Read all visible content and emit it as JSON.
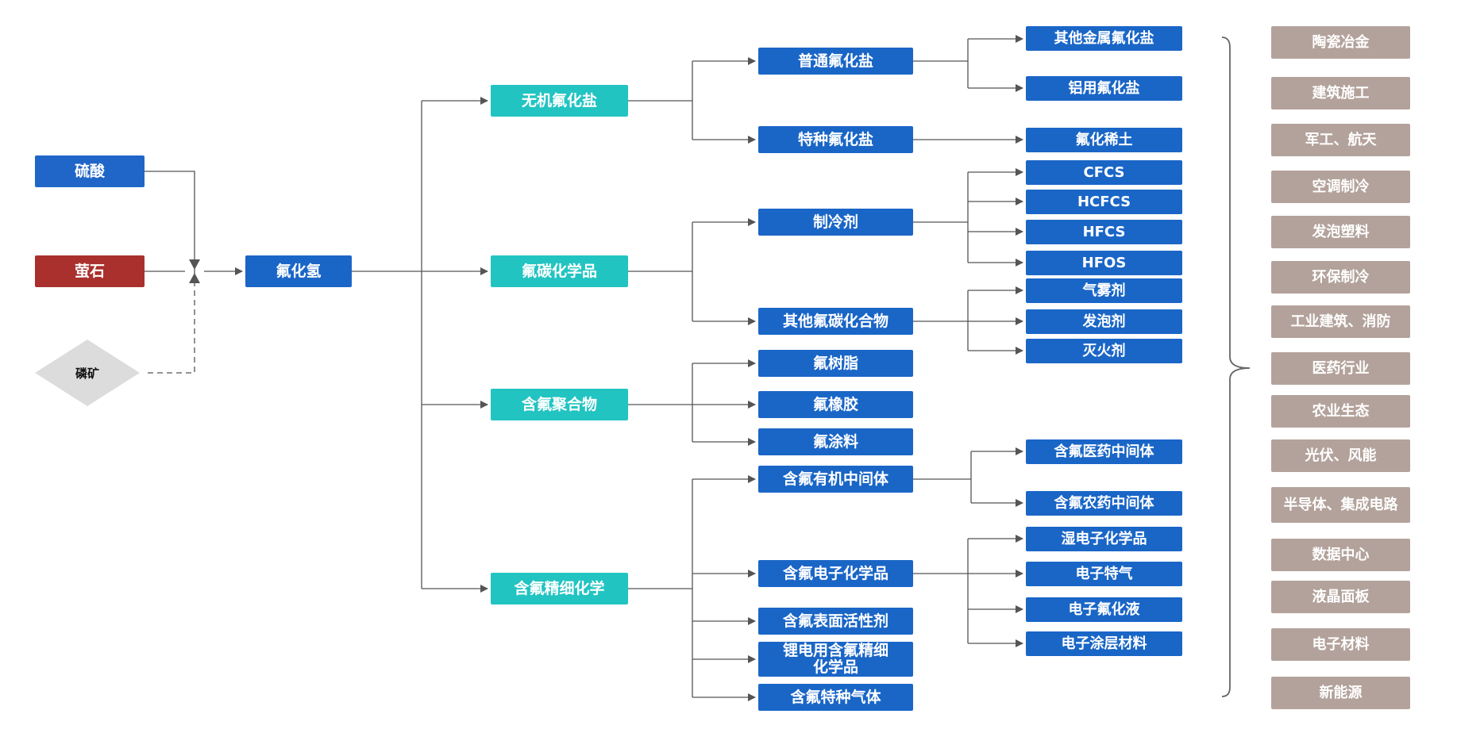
{
  "raw_materials": {
    "sulfuric_acid": "硫酸",
    "fluorite": "萤石",
    "phosphate_rock": "磷矿"
  },
  "core": {
    "hydrogen_fluoride": "氟化氢"
  },
  "level1": {
    "inorganic_fluoride_salt": "无机氟化盐",
    "fluorocarbon_chemicals": "氟碳化学品",
    "fluoropolymers": "含氟聚合物",
    "fluorine_fine_chemicals": "含氟精细化学"
  },
  "level2": {
    "ordinary_fluoride_salt": "普通氟化盐",
    "special_fluoride_salt": "特种氟化盐",
    "refrigerant": "制冷剂",
    "other_fluorocarbons": "其他氟碳化合物",
    "fluororesin": "氟树脂",
    "fluororubber": "氟橡胶",
    "fluorocoating": "氟涂料",
    "organic_intermediates": "含氟有机中间体",
    "electronic_chemicals": "含氟电子化学品",
    "surfactants": "含氟表面活性剂",
    "li_battery_chemicals": "锂电用含氟精细化学品",
    "special_gases": "含氟特种气体"
  },
  "level3": {
    "other_metal_fluorides": "其他金属氟化盐",
    "aluminum_fluoride_salts": "铝用氟化盐",
    "fluoride_rare_earth": "氟化稀土",
    "cfcs": "CFCS",
    "hcfcs": "HCFCS",
    "hfcs": "HFCS",
    "hfos": "HFOS",
    "aerosol": "气雾剂",
    "foaming_agent": "发泡剂",
    "fire_extinguishing_agent": "灭火剂",
    "pharma_intermediates": "含氟医药中间体",
    "pesticide_intermediates": "含氟农药中间体",
    "wet_electronic_chemicals": "湿电子化学品",
    "electronic_special_gas": "电子特气",
    "electronic_fluorinated_liquid": "电子氟化液",
    "electronic_coating_materials": "电子涂层材料"
  },
  "applications": [
    "陶瓷冶金",
    "建筑施工",
    "军工、航天",
    "空调制冷",
    "发泡塑料",
    "环保制冷",
    "工业建筑、消防",
    "医药行业",
    "农业生态",
    "光伏、风能",
    "半导体、集成电路",
    "数据中心",
    "液晶面板",
    "电子材料",
    "新能源"
  ],
  "colors": {
    "raw_material_blue": "#1f66c8",
    "raw_material_red": "#a9302c",
    "phosphate_diamond": "#dcdcdc",
    "core_blue": "#1a66c7",
    "level1_teal": "#22c4c2",
    "level2_blue": "#1a66c7",
    "level3_blue": "#1a66c7",
    "application_taupe": "#b3a29b",
    "connector_gray": "#555555"
  }
}
